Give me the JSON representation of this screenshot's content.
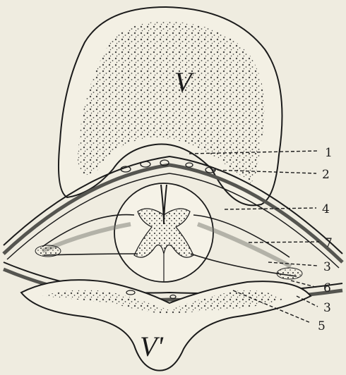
{
  "labels": {
    "vertebra_upper": "V",
    "vertebra_lower": "V'",
    "callouts": [
      "1",
      "2",
      "4",
      "7",
      "3",
      "6",
      "3",
      "5"
    ]
  },
  "colors": {
    "background": "#efece0",
    "ink": "#1b1b1b",
    "membrane_shade": "#7a7a72"
  }
}
